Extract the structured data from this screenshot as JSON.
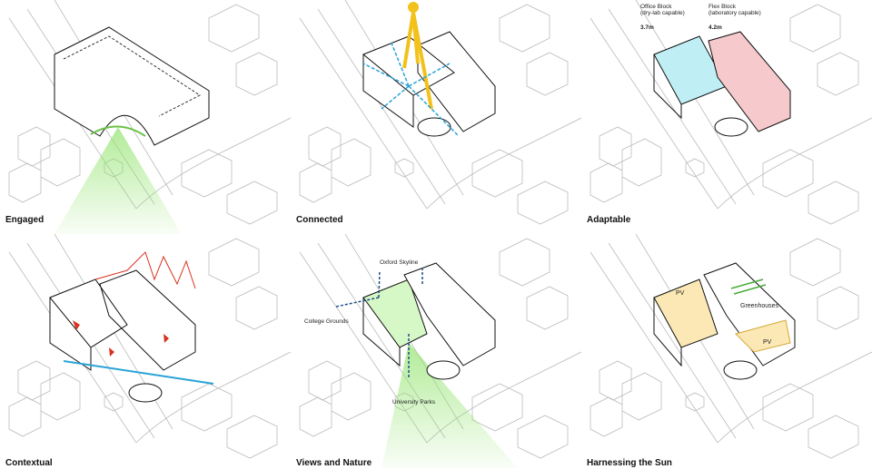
{
  "panels": [
    {
      "caption": "Engaged"
    },
    {
      "caption": "Connected"
    },
    {
      "caption": "Adaptable",
      "labels": {
        "office_block": "Office Block",
        "office_sub": "(dry-lab capable)",
        "office_height": "3.7m",
        "flex_block": "Flex Block",
        "flex_sub": "(laboratory capable)",
        "flex_height": "4.2m"
      }
    },
    {
      "caption": "Contextual"
    },
    {
      "caption": "Views and Nature",
      "labels": {
        "skyline": "Oxford Skyline",
        "college": "College Grounds",
        "parks": "University Parks"
      }
    },
    {
      "caption": "Harnessing the Sun",
      "labels": {
        "greenhouses": "Greenhouses",
        "pv1": "PV",
        "pv2": "PV"
      }
    }
  ],
  "colors": {
    "green": "#8fe36a",
    "sun": "#f2c21b",
    "arrow_blue": "#2aa3d6",
    "dark_blue": "#1f4e8a",
    "red": "#d9321f",
    "light_blue": "#bfeff5",
    "pink": "#f6c9cc",
    "pv": "#f3d27a"
  }
}
